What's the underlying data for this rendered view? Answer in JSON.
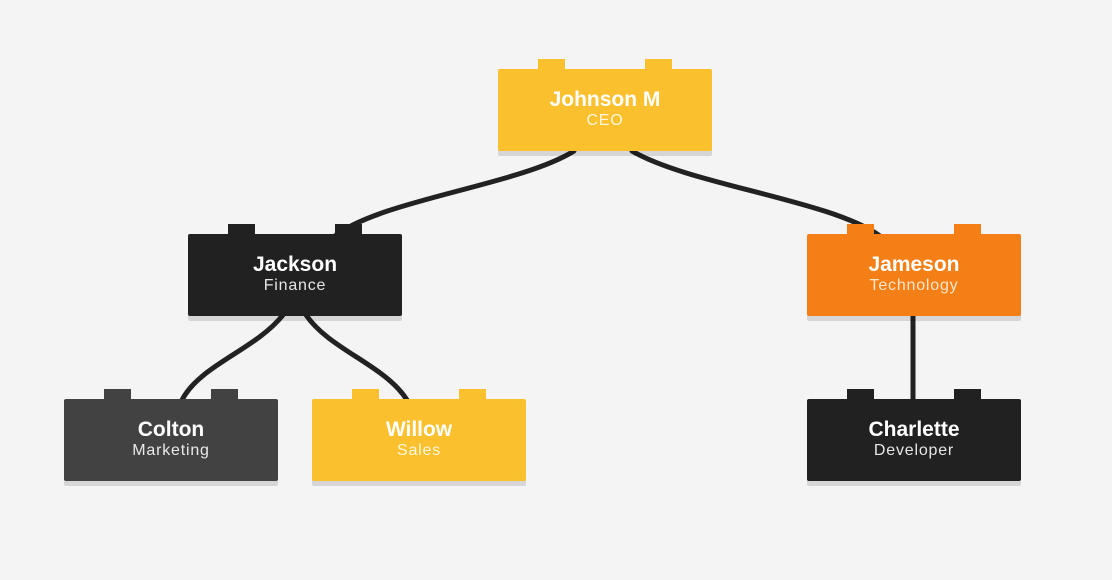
{
  "org_chart": {
    "nodes": [
      {
        "id": "johnson",
        "name": "Johnson M",
        "role": "CEO",
        "color": "#fbc02d"
      },
      {
        "id": "jackson",
        "name": "Jackson",
        "role": "Finance",
        "color": "#212121"
      },
      {
        "id": "jameson",
        "name": "Jameson",
        "role": "Technology",
        "color": "#f57f17"
      },
      {
        "id": "colton",
        "name": "Colton",
        "role": "Marketing",
        "color": "#424242"
      },
      {
        "id": "willow",
        "name": "Willow",
        "role": "Sales",
        "color": "#fbc02d"
      },
      {
        "id": "charlette",
        "name": "Charlette",
        "role": "Developer",
        "color": "#212121"
      }
    ],
    "edges": [
      {
        "from": "johnson",
        "to": "jackson"
      },
      {
        "from": "johnson",
        "to": "jameson"
      },
      {
        "from": "jackson",
        "to": "colton"
      },
      {
        "from": "jackson",
        "to": "willow"
      },
      {
        "from": "jameson",
        "to": "charlette"
      }
    ],
    "connector_color": "#222222",
    "background_color": "#f4f4f4"
  }
}
